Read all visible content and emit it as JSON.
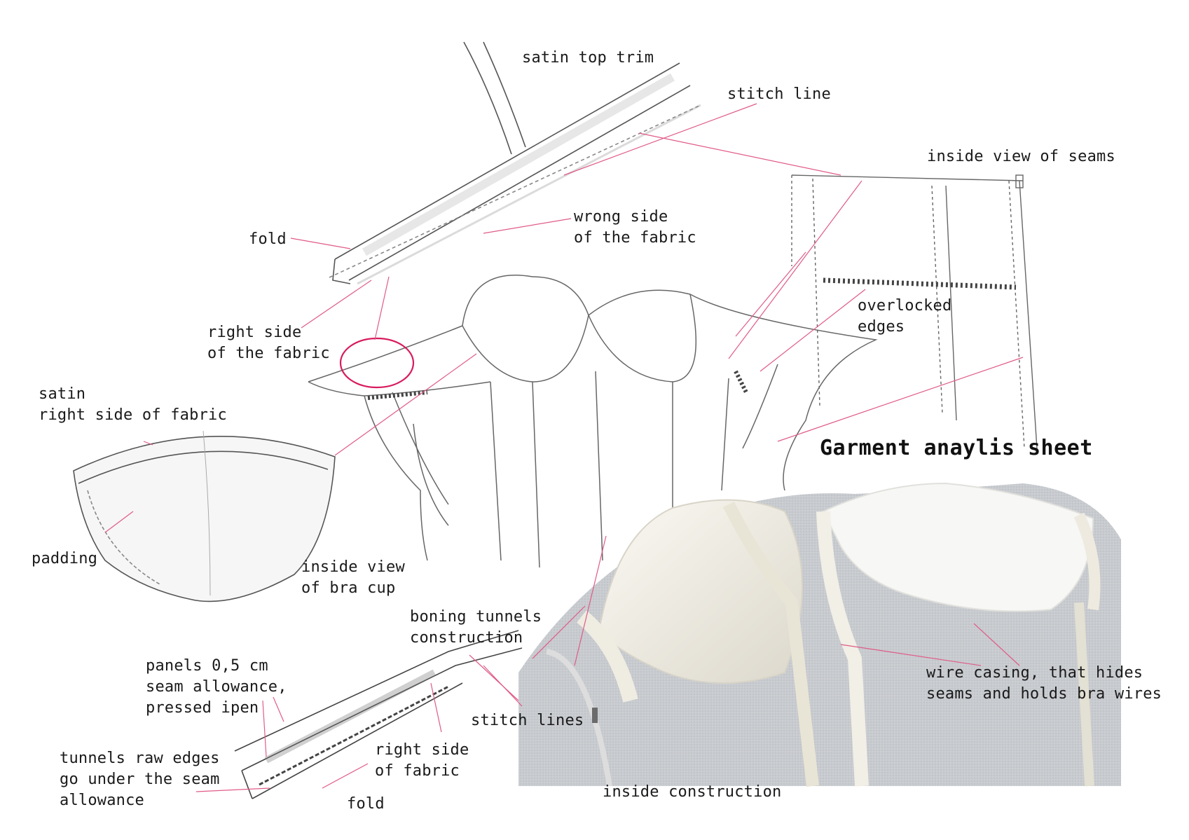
{
  "sheet": {
    "title": "Garment anaylis sheet"
  },
  "labels": {
    "satin_top_trim": "satin top trim",
    "stitch_line": "stitch line",
    "inside_view_of_seams": "inside view of seams",
    "fold_top": "fold",
    "wrong_side_1": "wrong side",
    "wrong_side_2": "of the fabric",
    "right_side_1": "right side",
    "right_side_2": "of the fabric",
    "overlocked_1": "overlocked",
    "overlocked_2": "edges",
    "satin_1": "satin",
    "satin_2": "right side of fabric",
    "padding": "padding",
    "inside_cup_1": "inside view",
    "inside_cup_2": "of bra cup",
    "boning_1": "boning tunnels",
    "boning_2": "construction",
    "panels_1": "panels 0,5 cm",
    "panels_2": "seam allowance,",
    "panels_3": "pressed ipen",
    "tunnels_1": "tunnels raw edges",
    "tunnels_2": "go under the seam",
    "tunnels_3": "allowance",
    "fold_bottom": "fold",
    "stitch_lines": "stitch lines",
    "right_side_fabric_1": "right side",
    "right_side_fabric_2": "of fabric",
    "wire_casing_1": "wire casing, that hides",
    "wire_casing_2": "seams and holds bra wires",
    "inside_construction": "inside construction"
  },
  "colors": {
    "leader": "#e05b87",
    "highlight_circle": "#d81b5e",
    "pencil": "#555555",
    "photo_mesh": "#c9ccd0",
    "photo_satin": "#efece2"
  }
}
